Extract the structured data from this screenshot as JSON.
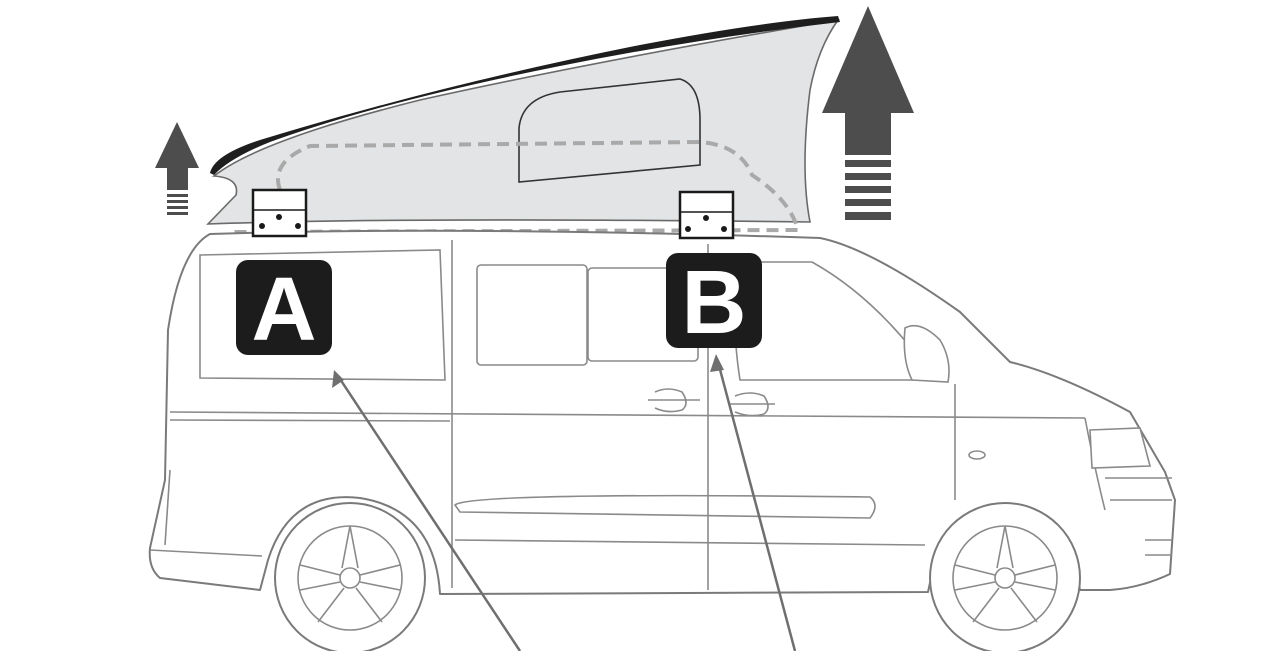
{
  "labels": {
    "a": "A",
    "b": "B"
  },
  "colors": {
    "background": "#ffffff",
    "roof_shell": "#1e1e1e",
    "tent_fabric": "#e3e4e5",
    "dashed_outline": "#a9a9a9",
    "van_outline": "#7a7a7a",
    "arrow_fill": "#4d4d4d",
    "label_badge": "#1c1c1c",
    "label_text": "#ffffff",
    "pointer_line": "#6f6f6f"
  },
  "icons": [
    "up-arrow-icon-small",
    "up-arrow-icon-large",
    "roof-latch-icon-a",
    "roof-latch-icon-b"
  ]
}
